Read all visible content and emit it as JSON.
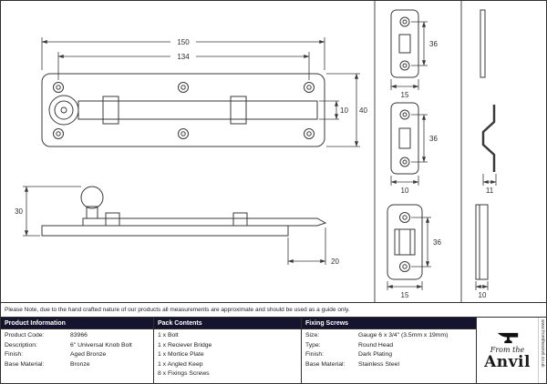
{
  "note_bar": {
    "text": "Please Note, due to the hand crafted nature of our products all measurements are approximate and should be used as a guide only."
  },
  "table": {
    "product_information": {
      "header": "Product Information",
      "rows": [
        {
          "label": "Product Code:",
          "value": "83966"
        },
        {
          "label": "Description:",
          "value": "6\" Universal Knob Bolt"
        },
        {
          "label": "Finish:",
          "value": "Aged Bronze"
        },
        {
          "label": "Base Material:",
          "value": "Bronze"
        }
      ]
    },
    "pack_contents": {
      "header": "Pack Contents",
      "items": [
        "1 x Bolt",
        "1 x Reciever Bridge",
        "1 x Mortice Plate",
        "1 x Angled Keep",
        "8 x Fixings Screws"
      ]
    },
    "fixing_screws": {
      "header": "Fixing Screws",
      "rows": [
        {
          "label": "Size:",
          "value": "Gauge 6 x 3/4\" (3.5mm x 19mm)"
        },
        {
          "label": "Type:",
          "value": "Round Head"
        },
        {
          "label": "Finish:",
          "value": "Dark Plating"
        },
        {
          "label": "Base Material:",
          "value": "Stainless Steel"
        }
      ]
    }
  },
  "logo": {
    "tagline": "From the",
    "name": "Anvil",
    "website": "www.fromtheanvil.co.uk"
  },
  "drawings": {
    "front_view": {
      "width": "150",
      "hole_spacing": "134",
      "bolt_height": "10",
      "plate_height": "40"
    },
    "side_view": {
      "height": "30",
      "tip_length": "20"
    },
    "mortice_plate": {
      "height": "36",
      "width": "15"
    },
    "angled_keep": {
      "height": "36",
      "width": "10",
      "side_width": "11"
    },
    "receiver_bridge": {
      "height": "36",
      "width": "15",
      "side_width": "10"
    }
  },
  "colors": {
    "line": "#3a3a3a",
    "header_bg": "#14142e",
    "header_text": "#ffffff"
  }
}
